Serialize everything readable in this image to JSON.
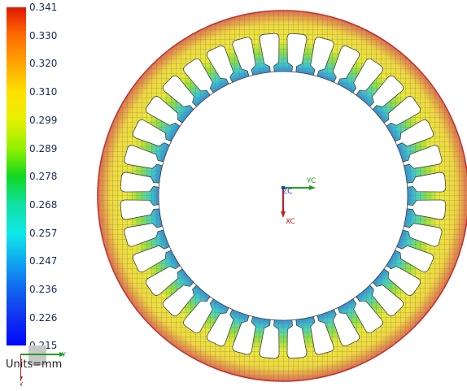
{
  "legend": {
    "values": [
      "0.341",
      "0.330",
      "0.320",
      "0.310",
      "0.299",
      "0.289",
      "0.278",
      "0.268",
      "0.257",
      "0.247",
      "0.236",
      "0.226",
      "0.215"
    ],
    "units_label": "Units",
    "units_eq": "=",
    "units_value": "mm",
    "colors": [
      "#ff1a00",
      "#ff6a00",
      "#ffa800",
      "#ffe000",
      "#dcf000",
      "#8cf000",
      "#20d820",
      "#20d8a0",
      "#20e8e0",
      "#20b4f0",
      "#2070f0",
      "#1830e8",
      "#0008ff"
    ]
  },
  "view": {
    "origin_labels": {
      "zc": "ZC",
      "yc": "YC",
      "xc": "XC"
    },
    "mini_triad_labels": {
      "y": "Y",
      "x": "X"
    },
    "stator": {
      "slot_count": 36,
      "mesh_colors": [
        "#e0a050",
        "#f0e040",
        "#e0e838",
        "#90e040",
        "#30c8c0",
        "#2090e0",
        "#2040d0"
      ]
    }
  }
}
